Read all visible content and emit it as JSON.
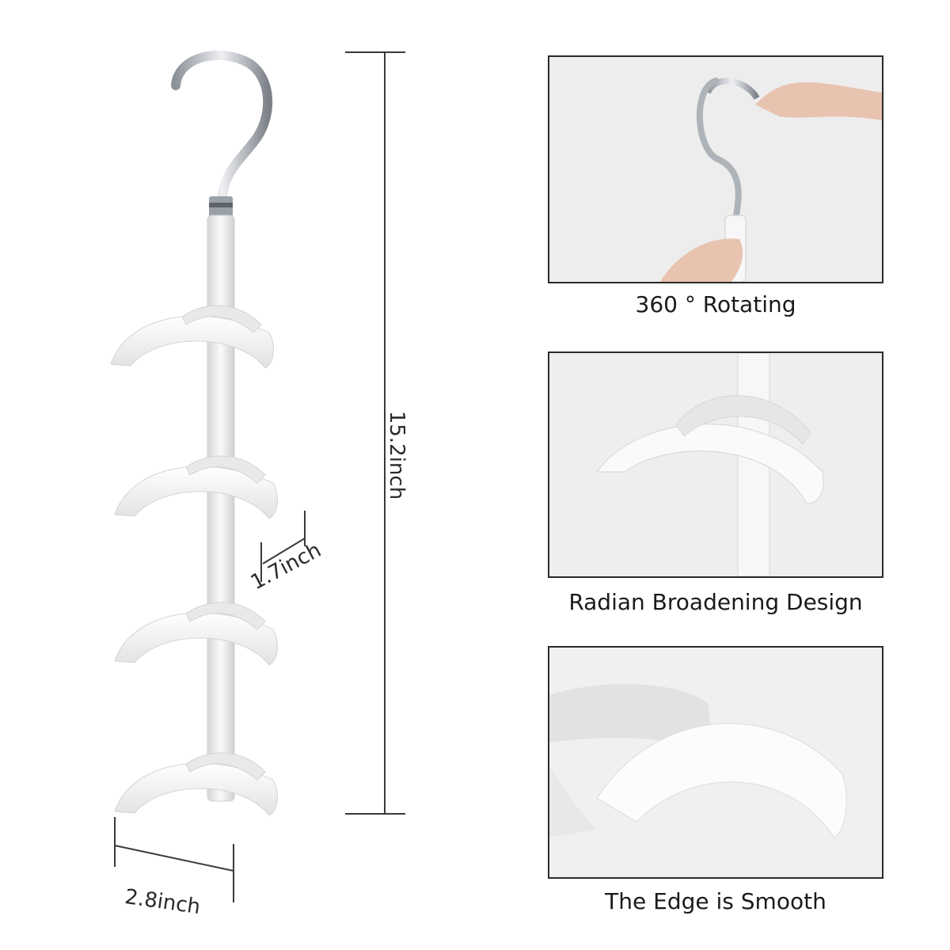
{
  "dimensions": {
    "height_label": "15.2inch",
    "spacing_label": "1.7inch",
    "width_label": "2.8inch"
  },
  "features": [
    {
      "caption": "360 ° Rotating"
    },
    {
      "caption": "Radian Broadening Design"
    },
    {
      "caption": "The Edge is Smooth"
    }
  ],
  "colors": {
    "product_white": "#f4f4f4",
    "product_shade": "#d9d9d9",
    "hook_metal": "#b8bcc2",
    "line": "#3a3a3a",
    "panel_bg": "#efefef"
  }
}
